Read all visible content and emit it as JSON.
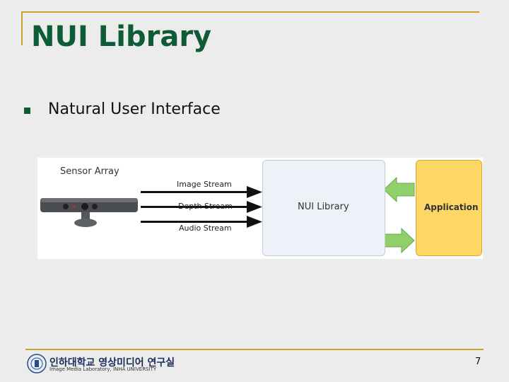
{
  "slide": {
    "title": "NUI Library",
    "bullets": [
      "Natural User Interface"
    ]
  },
  "diagram": {
    "sensor_label": "Sensor Array",
    "streams": [
      "Image Stream",
      "Depth Stream",
      "Audio Stream"
    ],
    "nui_label": "NUI Library",
    "app_label": "Application",
    "colors": {
      "app_fill": "#fdd766",
      "nui_fill": "#eef2f8",
      "arrow_green": "#8fd06a"
    }
  },
  "footer": {
    "logo_text": "인하대학교 영상미디어 연구실",
    "logo_subtext": "Image Media Laboratory, INHA UNIVERSITY",
    "page_number": "7"
  }
}
